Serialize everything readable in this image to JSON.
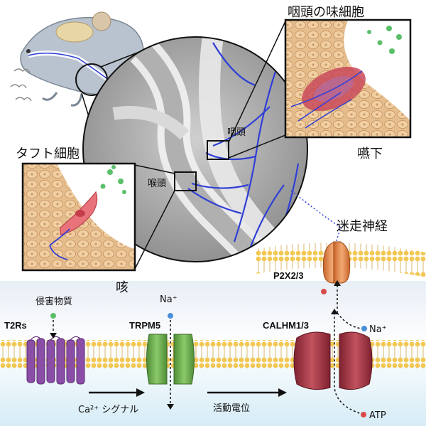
{
  "labels": {
    "pharynx_taste_cell": "咽頭の味細胞",
    "tuft_cell": "タフト細胞",
    "pharynx": "咽頭",
    "larynx": "喉頭",
    "swallow": "嚥下",
    "cough": "咳",
    "vagus_nerve": "迷走神経",
    "p2x": "P2X2/3",
    "irritant": "侵害物質",
    "t2rs": "T2Rs",
    "trpm5": "TRPM5",
    "calhm": "CALHM1/3",
    "na_plus_top": "Na⁺",
    "na_plus_right": "Na⁺",
    "ca_signal": "Ca²⁺ シグナル",
    "action_potential": "活動電位",
    "atp": "ATP"
  },
  "colors": {
    "nerve_blue": "#2f3fd6",
    "t2r_purple": "#8a4ea6",
    "trpm5_green": "#5fa443",
    "calhm_red": "#a8323f",
    "p2x_orange": "#e58a4f",
    "cell_tan": "#e3b98a",
    "membrane_yellow": "#f2d27a"
  }
}
